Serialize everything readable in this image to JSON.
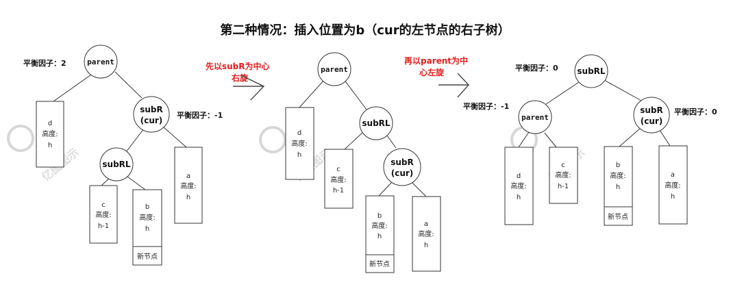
{
  "title": "第二种情况：插入位置为b（cur的左节点的右子树）",
  "steps": {
    "step1_line1": "先以subR为中心",
    "step1_line2": "右旋",
    "step2_line1": "再以parent为中",
    "step2_line2": "心左旋"
  },
  "watermark": "亿图图示",
  "colors": {
    "step_text": "#e11d1d",
    "stroke": "#333333"
  },
  "diagram1": {
    "balance_parent": "平衡因子：2",
    "balance_subR": "平衡因子：-1",
    "parent": "parent",
    "subR_line1": "subR",
    "subR_line2": "(cur)",
    "subRL": "subRL",
    "box_d": [
      "d",
      "高度:",
      "h"
    ],
    "box_a": [
      "a",
      "高度:",
      "h"
    ],
    "box_c": [
      "c",
      "高度:",
      "h-1"
    ],
    "box_b": [
      "b",
      "高度:",
      "h"
    ],
    "new_node": "新节点"
  },
  "diagram2": {
    "parent": "parent",
    "subRL": "subRL",
    "subR_line1": "subR",
    "subR_line2": "(cur)",
    "box_d": [
      "d",
      "高度:",
      "h"
    ],
    "box_c": [
      "c",
      "高度:",
      "h-1"
    ],
    "box_b": [
      "b",
      "高度:",
      "h"
    ],
    "box_a": [
      "a",
      "高度:",
      "h"
    ],
    "new_node": "新节点"
  },
  "diagram3": {
    "balance_subRL": "平衡因子：0",
    "balance_parent": "平衡因子：-1",
    "balance_subR": "平衡因子：0",
    "subRL": "subRL",
    "parent": "parent",
    "subR_line1": "subR",
    "subR_line2": "(cur)",
    "box_d": [
      "d",
      "高度:",
      "h"
    ],
    "box_c": [
      "c",
      "高度:",
      "h-1"
    ],
    "box_b": [
      "b",
      "高度:",
      "h"
    ],
    "box_a": [
      "a",
      "高度:",
      "h"
    ],
    "new_node": "新节点"
  }
}
